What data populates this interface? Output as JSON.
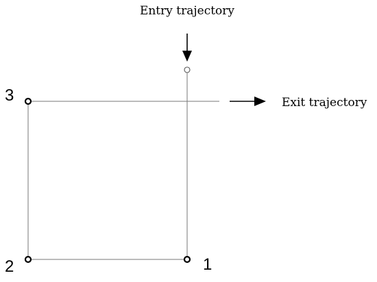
{
  "labels": {
    "entry": "Entry trajectory",
    "exit": "Exit trajectory"
  },
  "points": [
    {
      "id": "1",
      "label": "1"
    },
    {
      "id": "2",
      "label": "2"
    },
    {
      "id": "3",
      "label": "3"
    }
  ],
  "colors": {
    "line": "#777777",
    "arrow": "#000000",
    "point": "#000000",
    "entry_marker": "#555555"
  }
}
